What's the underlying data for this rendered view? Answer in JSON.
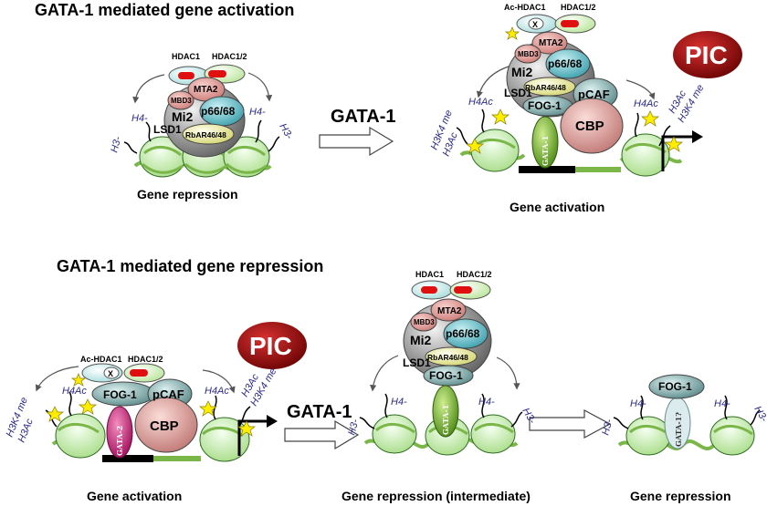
{
  "titles": {
    "activation": "GATA-1 mediated gene activation",
    "repression": "GATA-1 mediated gene repression"
  },
  "arrow_label": "GATA-1",
  "pic": "PIC",
  "complex": {
    "hdac1": "HDAC1",
    "hdac12": "HDAC1/2",
    "ac_hdac1": "Ac-HDAC1",
    "x": "X",
    "mta2": "MTA2",
    "mbd3": "MBD3",
    "mi2": "Mi2",
    "p66": "p66/68",
    "lsd1": "LSD1",
    "rbar": "RbAR46/48",
    "fog1": "FOG-1",
    "pcaf": "pCAF",
    "cbp": "CBP",
    "gata1": "GATA-1",
    "gata2": "GATA-2",
    "gata1q": "GATA-1?"
  },
  "histone": {
    "h4": "H4-",
    "h3": "H3-",
    "h4ac": "H4Ac",
    "h3ac": "H3Ac",
    "h3k4me": "H3K4 me"
  },
  "captions": {
    "gene_repression": "Gene repression",
    "gene_activation": "Gene activation",
    "gene_repression_intermediate": "Gene repression (intermediate)"
  },
  "colors": {
    "nucleosome": "#c8eeb0",
    "dna": "#7ab648",
    "mi2": "#8a8a8a",
    "mta2": "#e8a4a0",
    "p66": "#6cc4cc",
    "rbar": "#f0f0a0",
    "fog1": "#7fa6a6",
    "cbp": "#e8a8a4",
    "gata1": "#7cb830",
    "gata2": "#d4287c",
    "pic": "#a01010",
    "hdac_red": "#e01010"
  }
}
